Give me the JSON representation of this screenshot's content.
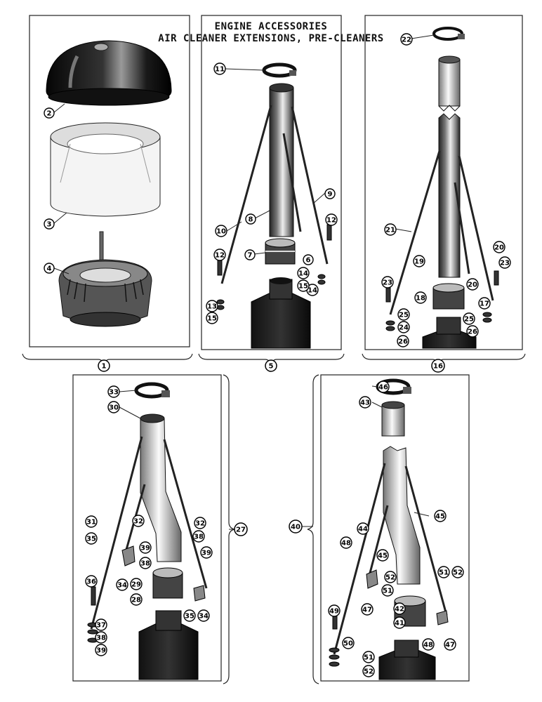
{
  "header": {
    "line1": "ENGINE ACCESSORIES",
    "line2": "AIR CLEANER EXTENSIONS, PRE-CLEANERS"
  },
  "groups": [
    {
      "id": "1"
    },
    {
      "id": "5"
    },
    {
      "id": "16"
    },
    {
      "id": "27"
    },
    {
      "id": "40"
    }
  ],
  "callouts": [
    "2",
    "3",
    "4",
    "11",
    "8",
    "9",
    "10",
    "7",
    "6",
    "12",
    "12",
    "14",
    "13",
    "15",
    "14",
    "15",
    "22",
    "21",
    "19",
    "20",
    "20",
    "18",
    "17",
    "23",
    "23",
    "25",
    "24",
    "26",
    "25",
    "26",
    "33",
    "30",
    "31",
    "32",
    "32",
    "35",
    "39",
    "38",
    "38",
    "39",
    "36",
    "34",
    "29",
    "28",
    "35",
    "34",
    "37",
    "38",
    "39",
    "46",
    "43",
    "45",
    "44",
    "48",
    "45",
    "52",
    "51",
    "47",
    "42",
    "41",
    "51",
    "52",
    "49",
    "48",
    "47",
    "50",
    "51",
    "52"
  ]
}
